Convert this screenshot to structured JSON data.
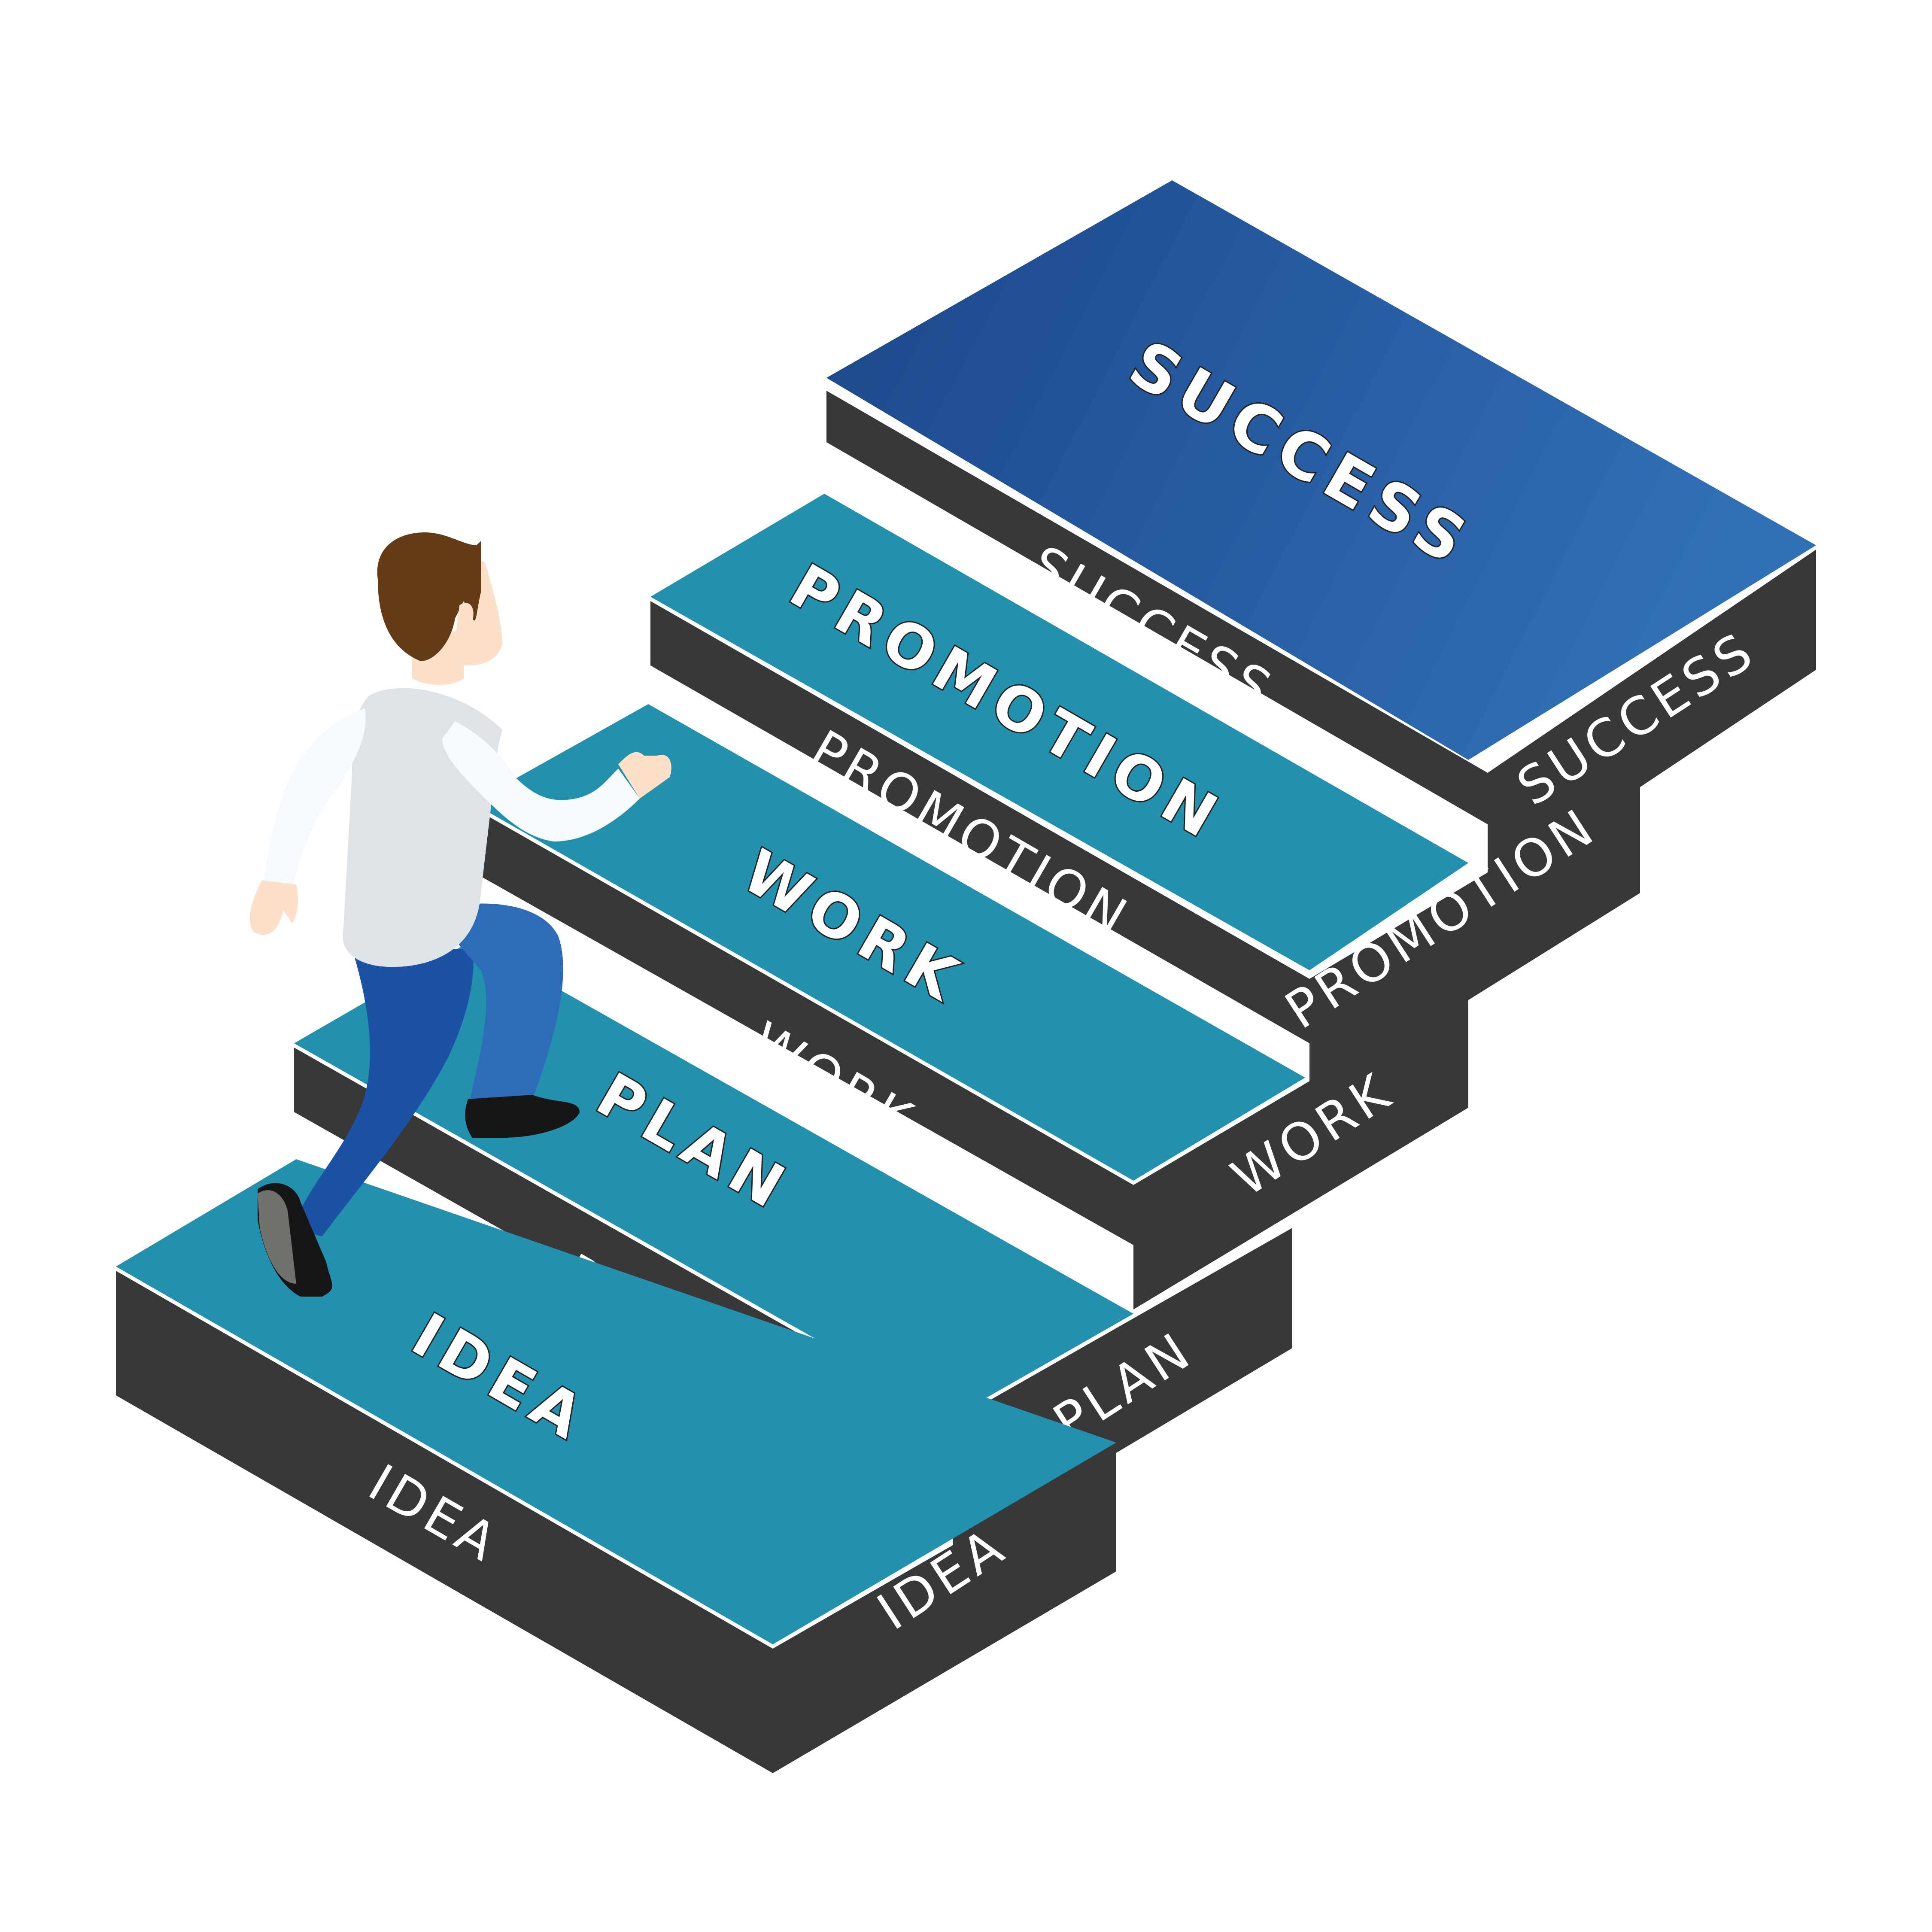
{
  "steps": [
    {
      "label": "IDEA",
      "top_color": "#2391ae"
    },
    {
      "label": "PLAN",
      "top_color": "#2391ae"
    },
    {
      "label": "WORK",
      "top_color": "#2391ae"
    },
    {
      "label": "PROMOTION",
      "top_color": "#2391ae"
    },
    {
      "label": "SUCCESS",
      "top_color_start": "#1c4689",
      "top_color_end": "#316fb6"
    }
  ],
  "colors": {
    "side": "#383838",
    "background": "#ffffff",
    "label": "#ffffff",
    "skin": "#fde0ca",
    "hair": "#633b17",
    "shirt": "#dde3e7",
    "sleeve": "#f5fafd",
    "trousers": "#1c52a3",
    "trousers_light": "#2f6cb8",
    "shoes": "#161616",
    "sole": "#6f726d"
  },
  "figure": {
    "name": "businessman-climbing"
  }
}
